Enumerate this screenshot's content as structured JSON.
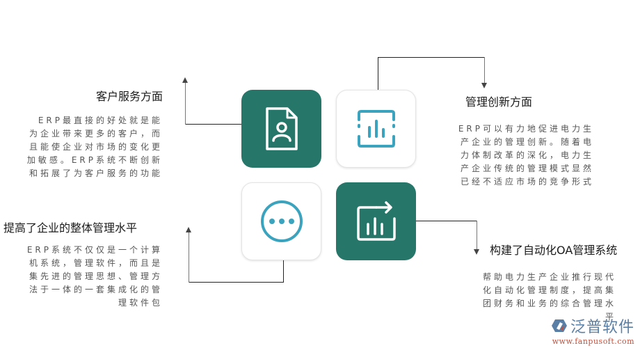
{
  "colors": {
    "dark_tile": "#27766a",
    "accent_icon": "#3ba3bd",
    "text_title": "#1a1a1a",
    "text_body": "#555555",
    "logo_blue": "#5a7fa6",
    "logo_red": "#c0503c"
  },
  "sections": [
    {
      "id": "customer-service",
      "title": "客户服务方面",
      "lines": [
        "ERP最直接的好处就是能",
        "为企业带来更多的客户，而",
        "且能使企业对市场的变化更",
        "加敏感。ERP系统不断创新",
        "和拓展了为客户服务的功能"
      ],
      "icon": "document-user-icon"
    },
    {
      "id": "management-innovation",
      "title": "管理创新方面",
      "lines": [
        "ERP可以有力地促进电力生",
        "产企业的管理创新。随着电",
        "力体制改革的深化，电力生",
        "产企业传统的管理模式显然",
        "已经不适应市场的竞争形式"
      ],
      "icon": "bar-chart-frame-icon"
    },
    {
      "id": "overall-management",
      "title": "提高了企业的整体管理水平",
      "lines": [
        "ERP系统不仅仅是一个计算",
        "机系统，管理软件，而且是",
        "集先进的管理思想、管理方",
        "法于一体的一套集成化的管",
        "理软件包"
      ],
      "icon": "more-dots-icon"
    },
    {
      "id": "oa-system",
      "title": "构建了自动化OA管理系统",
      "lines": [
        "帮助电力生产企业推行现代",
        "化自动化管理制度，提高集",
        "团财务和业务的综合管理水",
        "平"
      ],
      "icon": "chart-export-icon"
    }
  ],
  "logo": {
    "name": "泛普软件",
    "url": "www.fanpusoft.com"
  }
}
